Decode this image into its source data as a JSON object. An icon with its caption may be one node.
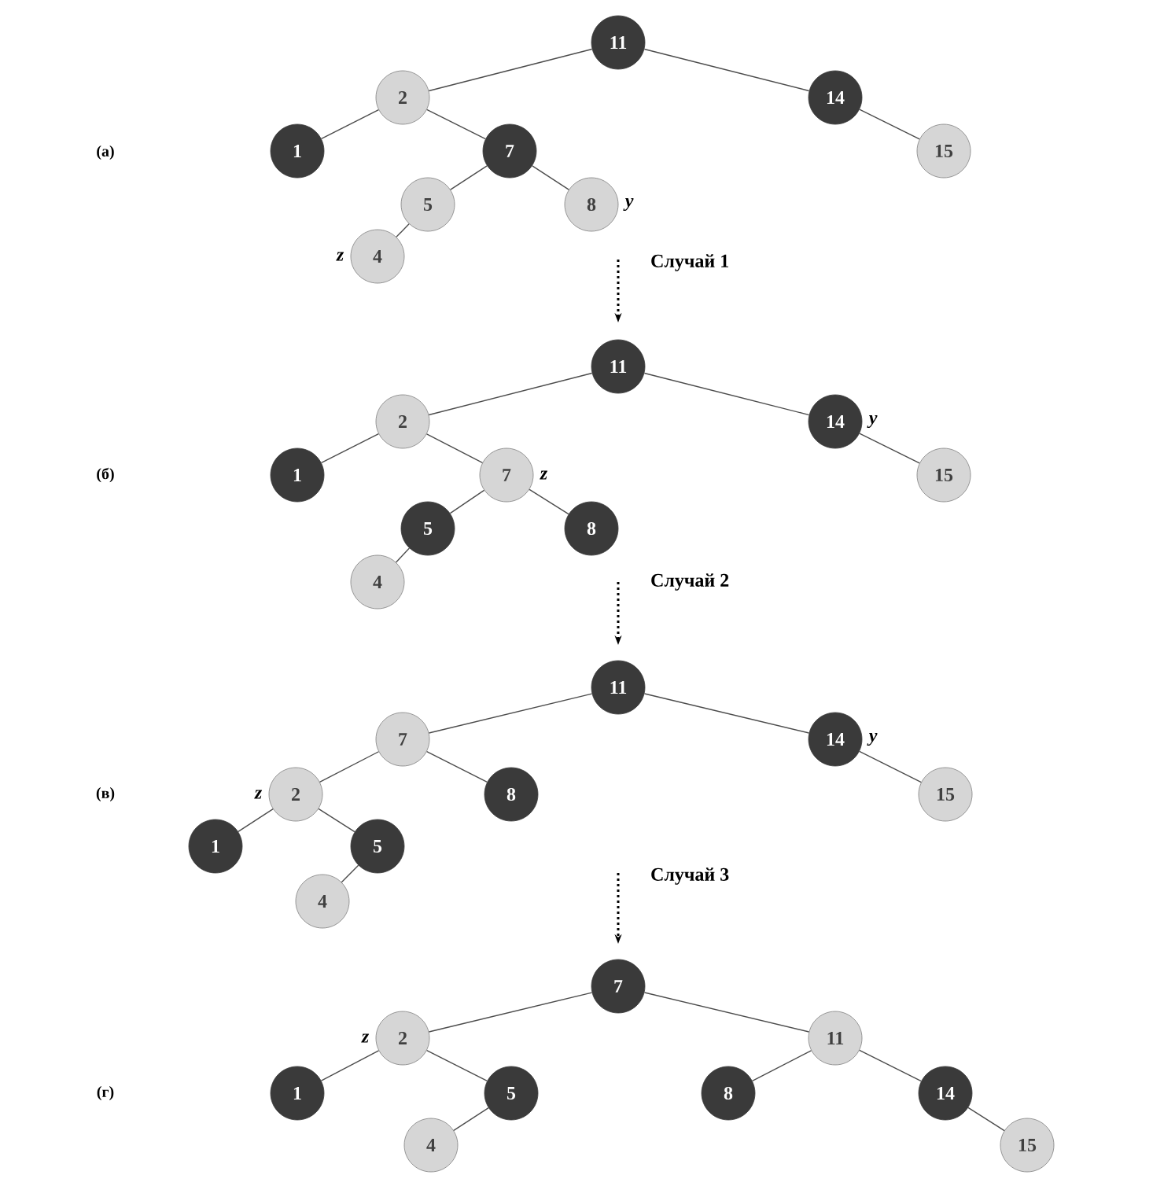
{
  "diagram": {
    "nodes": [
      {
        "text": [
          "11"
        ]
      },
      {
        "text": [
          "2"
        ]
      },
      {
        "text": [
          "14"
        ]
      },
      {
        "text": [
          "1"
        ]
      },
      {
        "text": [
          "7"
        ]
      },
      {
        "text": [
          "15"
        ]
      },
      {
        "text": [
          "5"
        ]
      },
      {
        "text": [
          "8"
        ],
        "beside": [
          "y"
        ]
      },
      {
        "text": [
          "4"
        ],
        "beside": [
          "z"
        ]
      },
      {
        "text": [
          "11"
        ]
      },
      {
        "text": [
          "2"
        ]
      },
      {
        "text": [
          "14"
        ],
        "beside": [
          "y"
        ]
      },
      {
        "text": [
          "1"
        ]
      },
      {
        "text": [
          "7"
        ],
        "beside": [
          "z"
        ]
      },
      {
        "text": [
          "15"
        ]
      },
      {
        "text": [
          "5"
        ]
      },
      {
        "text": [
          "8"
        ]
      },
      {
        "text": [
          "4"
        ]
      },
      {
        "text": [
          "11"
        ]
      },
      {
        "text": [
          "7"
        ]
      },
      {
        "text": [
          "14"
        ],
        "beside": [
          "y"
        ]
      },
      {
        "text": [
          "2"
        ],
        "beside": [
          "z"
        ]
      },
      {
        "text": [
          "8"
        ]
      },
      {
        "text": [
          "15"
        ]
      },
      {
        "text": [
          "1"
        ]
      },
      {
        "text": [
          "5"
        ]
      },
      {
        "text": [
          "4"
        ]
      },
      {
        "text": [
          "7"
        ]
      },
      {
        "text": [
          "2"
        ],
        "beside": [
          "z"
        ]
      },
      {
        "text": [
          "11"
        ]
      },
      {
        "text": [
          "1"
        ]
      },
      {
        "text": [
          "5"
        ]
      },
      {
        "text": [
          "8"
        ]
      },
      {
        "text": [
          "14"
        ]
      },
      {
        "text": [
          "4"
        ]
      },
      {
        "text": [
          "15"
        ]
      }
    ],
    "edges": [
      {
        "from": 0,
        "to": 1,
        "arrow": "none"
      },
      {
        "from": 0,
        "to": 2,
        "arrow": "none"
      },
      {
        "from": 1,
        "to": 3,
        "arrow": "none"
      },
      {
        "from": 1,
        "to": 4,
        "arrow": "none"
      },
      {
        "from": 2,
        "to": 5,
        "arrow": "none"
      },
      {
        "from": 4,
        "to": 6,
        "arrow": "none"
      },
      {
        "from": 4,
        "to": 7,
        "arrow": "none"
      },
      {
        "from": 6,
        "to": 8,
        "arrow": "none"
      },
      {
        "from": 9,
        "to": 10,
        "arrow": "none"
      },
      {
        "from": 9,
        "to": 11,
        "arrow": "none"
      },
      {
        "from": 10,
        "to": 12,
        "arrow": "none"
      },
      {
        "from": 10,
        "to": 13,
        "arrow": "none"
      },
      {
        "from": 11,
        "to": 14,
        "arrow": "none"
      },
      {
        "from": 13,
        "to": 15,
        "arrow": "none"
      },
      {
        "from": 13,
        "to": 16,
        "arrow": "none"
      },
      {
        "from": 15,
        "to": 17,
        "arrow": "none"
      },
      {
        "from": 18,
        "to": 19,
        "arrow": "none"
      },
      {
        "from": 18,
        "to": 20,
        "arrow": "none"
      },
      {
        "from": 19,
        "to": 21,
        "arrow": "none"
      },
      {
        "from": 19,
        "to": 22,
        "arrow": "none"
      },
      {
        "from": 20,
        "to": 23,
        "arrow": "none"
      },
      {
        "from": 21,
        "to": 24,
        "arrow": "none"
      },
      {
        "from": 21,
        "to": 25,
        "arrow": "none"
      },
      {
        "from": 25,
        "to": 26,
        "arrow": "none"
      },
      {
        "from": 27,
        "to": 28,
        "arrow": "none"
      },
      {
        "from": 27,
        "to": 29,
        "arrow": "none"
      },
      {
        "from": 28,
        "to": 30,
        "arrow": "none"
      },
      {
        "from": 28,
        "to": 31,
        "arrow": "none"
      },
      {
        "from": 29,
        "to": 32,
        "arrow": "none"
      },
      {
        "from": 29,
        "to": 33,
        "arrow": "none"
      },
      {
        "from": 31,
        "to": 34,
        "arrow": "none"
      },
      {
        "from": 33,
        "to": 35,
        "arrow": "none"
      }
    ],
    "labels": [
      "(а)",
      "Случай 1",
      "(б)",
      "Случай 2",
      "(в)",
      "Случай 3",
      "(г)"
    ]
  }
}
